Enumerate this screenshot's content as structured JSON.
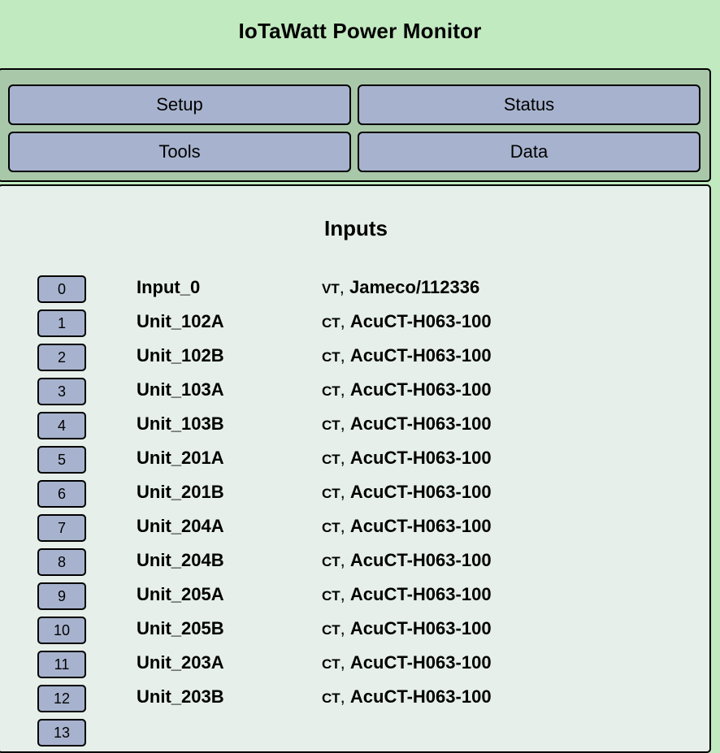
{
  "header": {
    "title": "IoTaWatt Power Monitor"
  },
  "nav": {
    "setup": "Setup",
    "status": "Status",
    "tools": "Tools",
    "data": "Data"
  },
  "inputs": {
    "title": "Inputs",
    "rows": [
      {
        "channel": "0",
        "name": "Input_0",
        "type": "VT",
        "sep": ",",
        "model": "Jameco/112336"
      },
      {
        "channel": "1",
        "name": "Unit_102A",
        "type": "CT",
        "sep": ",",
        "model": "AcuCT-H063-100"
      },
      {
        "channel": "2",
        "name": "Unit_102B",
        "type": "CT",
        "sep": ",",
        "model": "AcuCT-H063-100"
      },
      {
        "channel": "3",
        "name": "Unit_103A",
        "type": "CT",
        "sep": ",",
        "model": "AcuCT-H063-100"
      },
      {
        "channel": "4",
        "name": "Unit_103B",
        "type": "CT",
        "sep": ",",
        "model": "AcuCT-H063-100"
      },
      {
        "channel": "5",
        "name": "Unit_201A",
        "type": "CT",
        "sep": ",",
        "model": "AcuCT-H063-100"
      },
      {
        "channel": "6",
        "name": "Unit_201B",
        "type": "CT",
        "sep": ",",
        "model": "AcuCT-H063-100"
      },
      {
        "channel": "7",
        "name": "Unit_204A",
        "type": "CT",
        "sep": ",",
        "model": "AcuCT-H063-100"
      },
      {
        "channel": "8",
        "name": "Unit_204B",
        "type": "CT",
        "sep": ",",
        "model": "AcuCT-H063-100"
      },
      {
        "channel": "9",
        "name": "Unit_205A",
        "type": "CT",
        "sep": ",",
        "model": "AcuCT-H063-100"
      },
      {
        "channel": "10",
        "name": "Unit_205B",
        "type": "CT",
        "sep": ",",
        "model": "AcuCT-H063-100"
      },
      {
        "channel": "11",
        "name": "Unit_203A",
        "type": "CT",
        "sep": ",",
        "model": "AcuCT-H063-100"
      },
      {
        "channel": "12",
        "name": "Unit_203B",
        "type": "CT",
        "sep": ",",
        "model": "AcuCT-H063-100"
      },
      {
        "channel": "13",
        "name": "",
        "type": "",
        "sep": "",
        "model": ""
      }
    ]
  }
}
